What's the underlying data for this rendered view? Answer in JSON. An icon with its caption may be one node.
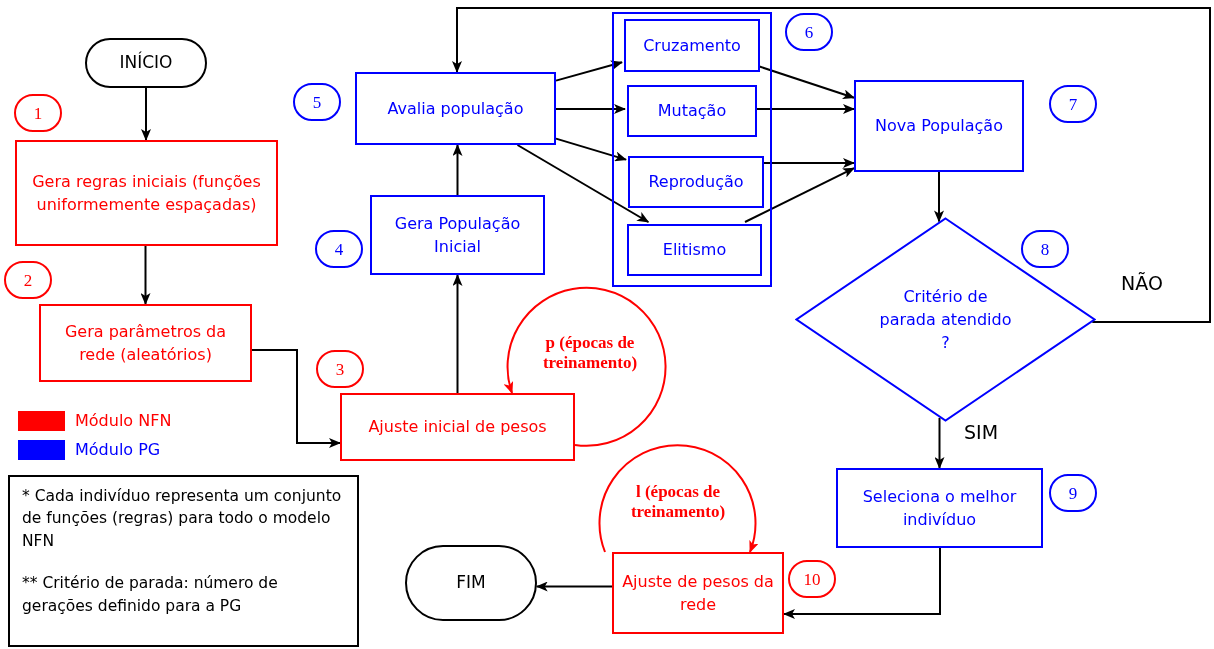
{
  "diagram": {
    "nodes": [
      {
        "text": [
          "INÍCIO"
        ]
      },
      {
        "text": [
          "Gera regras iniciais (funções uniformemente espaçadas)"
        ]
      },
      {
        "text": [
          "Gera parâmetros da rede (aleatórios)"
        ]
      },
      {
        "text": [
          "Ajuste inicial de pesos"
        ]
      },
      {
        "text": [
          "Gera População Inicial"
        ]
      },
      {
        "text": [
          "Avalia população"
        ]
      },
      {
        "text": [],
        "shape": "box"
      },
      {
        "text": [
          "Cruzamento"
        ],
        "in": 6
      },
      {
        "text": [
          "Mutação"
        ],
        "in": 6
      },
      {
        "text": [
          "Reprodução"
        ],
        "in": 6
      },
      {
        "text": [
          "Elitismo"
        ],
        "in": 6
      },
      {
        "text": [
          "Nova População"
        ]
      },
      {
        "text": [
          "Critério de parada atendido ?"
        ]
      },
      {
        "text": [
          "Seleciona o melhor indivíduo"
        ]
      },
      {
        "text": [
          "Ajuste de pesos da rede"
        ]
      },
      {
        "text": [
          "FIM"
        ]
      },
      {
        "text": [
          "1"
        ]
      },
      {
        "text": [
          "2"
        ]
      },
      {
        "text": [
          "3"
        ]
      },
      {
        "text": [
          "4"
        ]
      },
      {
        "text": [
          "5"
        ]
      },
      {
        "text": [
          "6"
        ]
      },
      {
        "text": [
          "7"
        ]
      },
      {
        "text": [
          "8"
        ]
      },
      {
        "text": [
          "9"
        ]
      },
      {
        "text": [
          "10"
        ]
      },
      {
        "text": [
          "* Cada indivíduo representa um conjunto de funções (regras) para todo o modelo NFN",
          "** Critério de parada: número de gerações definido para a PG"
        ]
      }
    ],
    "edges": [
      {
        "from": 0,
        "to": 1,
        "arrow": "to"
      },
      {
        "from": 1,
        "to": 2,
        "arrow": "to"
      },
      {
        "from": 2,
        "to": 3,
        "arrow": "to"
      },
      {
        "from": 3,
        "to": 4,
        "arrow": "to"
      },
      {
        "from": 4,
        "to": 5,
        "arrow": "to"
      },
      {
        "from": 5,
        "to": 7,
        "arrow": "to"
      },
      {
        "from": 5,
        "to": 8,
        "arrow": "to"
      },
      {
        "from": 5,
        "to": 9,
        "arrow": "to"
      },
      {
        "from": 5,
        "to": 10,
        "arrow": "to"
      },
      {
        "from": 7,
        "to": 11,
        "arrow": "to"
      },
      {
        "from": 8,
        "to": 11,
        "arrow": "to"
      },
      {
        "from": 9,
        "to": 11,
        "arrow": "to"
      },
      {
        "from": 10,
        "to": 11,
        "arrow": "to"
      },
      {
        "from": 11,
        "to": 12,
        "arrow": "to"
      },
      {
        "from": 12,
        "to": 5,
        "arrow": "to",
        "label": "NÃO"
      },
      {
        "from": 12,
        "to": 13,
        "arrow": "to",
        "label": "SIM"
      },
      {
        "from": 13,
        "to": 14,
        "arrow": "to"
      },
      {
        "from": 14,
        "to": 15,
        "arrow": "to"
      },
      {
        "from": 3,
        "to": 3,
        "arrow": "to",
        "label": "p (épocas de treinamento)",
        "color": "#ff0000"
      },
      {
        "from": 14,
        "to": 14,
        "arrow": "to",
        "label": "l (épocas de treinamento)",
        "color": "#ff0000"
      }
    ],
    "legend": [
      {
        "text": "Módulo NFN",
        "color": "#ff0000"
      },
      {
        "text": "Módulo PG",
        "color": "#0000ff"
      }
    ]
  }
}
